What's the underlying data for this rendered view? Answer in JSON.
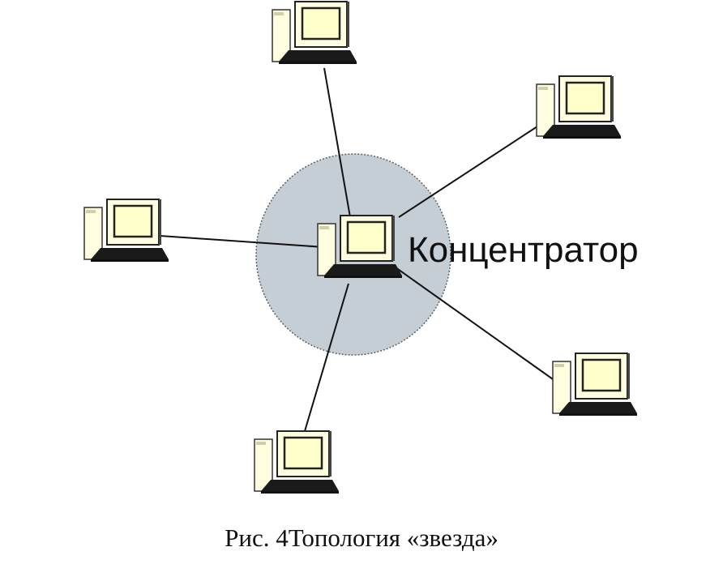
{
  "diagram": {
    "type": "star-topology",
    "hub_label": "Концентратор",
    "caption": "Рис. 4Топология «звезда»",
    "nodes": [
      {
        "role": "hub"
      },
      {
        "role": "workstation",
        "position": "top"
      },
      {
        "role": "workstation",
        "position": "upper-right"
      },
      {
        "role": "workstation",
        "position": "left"
      },
      {
        "role": "workstation",
        "position": "lower-right"
      },
      {
        "role": "workstation",
        "position": "bottom"
      }
    ],
    "edges": [
      [
        "hub",
        "top"
      ],
      [
        "hub",
        "upper-right"
      ],
      [
        "hub",
        "left"
      ],
      [
        "hub",
        "lower-right"
      ],
      [
        "hub",
        "bottom"
      ]
    ],
    "colors": {
      "hub_circle": "#c5ced5",
      "hub_circle_border": "#5a6066",
      "screen": "#ffffcc",
      "case": "#fffde0",
      "keyboard": "#222222",
      "lines": "#111111"
    },
    "icon": "desktop-computer-icon"
  }
}
